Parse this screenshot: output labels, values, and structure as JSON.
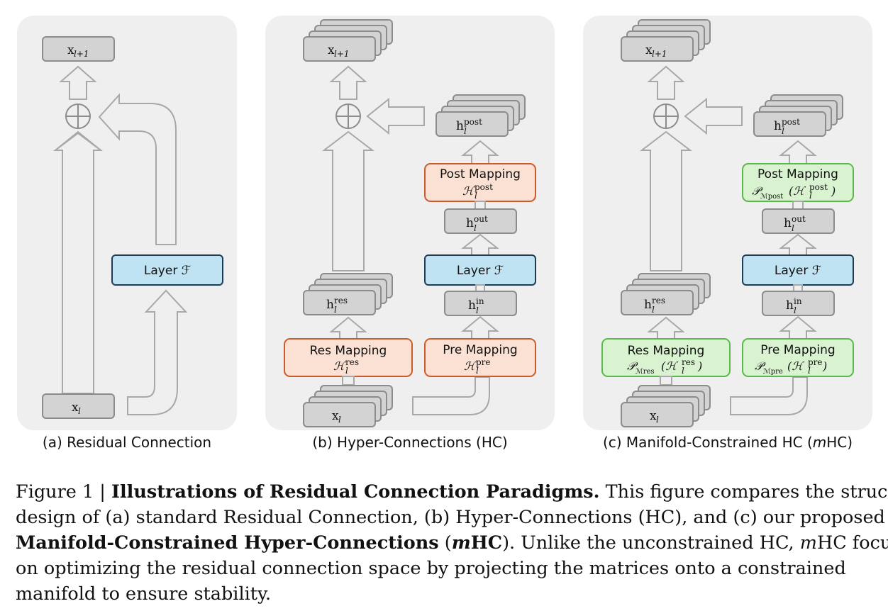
{
  "panels": [
    {
      "caption": "(a) Residual Connection",
      "nodes": {
        "x_out": "x",
        "x_out_sub": "l+1",
        "layer": "Layer ℱ",
        "x_in": "x",
        "x_in_sub": "l"
      }
    },
    {
      "caption": "(b) Hyper-Connections (HC)",
      "nodes": {
        "x_out": "x",
        "x_out_sub": "l+1",
        "h_post": "h",
        "h_post_sup": "post",
        "h_post_sub": "l",
        "post_mapping_title": "Post Mapping",
        "post_mapping_expr": "ℋ",
        "post_mapping_sup": "post",
        "post_mapping_sub": "l",
        "h_out": "h",
        "h_out_sup": "out",
        "h_out_sub": "l",
        "layer": "Layer ℱ",
        "h_in": "h",
        "h_in_sup": "in",
        "h_in_sub": "l",
        "pre_mapping_title": "Pre Mapping",
        "pre_mapping_expr": "ℋ",
        "pre_mapping_sup": "pre",
        "pre_mapping_sub": "l",
        "h_res": "h",
        "h_res_sup": "res",
        "h_res_sub": "l",
        "res_mapping_title": "Res Mapping",
        "res_mapping_expr": "ℋ",
        "res_mapping_sup": "res",
        "res_mapping_sub": "l",
        "x_in": "x",
        "x_in_sub": "l"
      }
    },
    {
      "caption_pre": "(c) Manifold-Constrained HC (",
      "caption_em": "m",
      "caption_post": "HC)",
      "nodes": {
        "x_out": "x",
        "x_out_sub": "l+1",
        "h_post": "h",
        "h_post_sup": "post",
        "h_post_sub": "l",
        "post_mapping_title": "Post Mapping",
        "post_mapping_expr": "𝒫",
        "post_mapping_expr_sub": "ℳpost",
        "post_mapping_arg": "(ℋ",
        "post_mapping_sup": "post",
        "post_mapping_sub": "l",
        "post_mapping_close": ")",
        "h_out": "h",
        "h_out_sup": "out",
        "h_out_sub": "l",
        "layer": "Layer ℱ",
        "h_in": "h",
        "h_in_sup": "in",
        "h_in_sub": "l",
        "pre_mapping_title": "Pre Mapping",
        "pre_mapping_expr": "𝒫",
        "pre_mapping_expr_sub": "ℳpre",
        "pre_mapping_arg": "(ℋ",
        "pre_mapping_sup": "pre",
        "pre_mapping_sub": "l",
        "pre_mapping_close": ")",
        "h_res": "h",
        "h_res_sup": "res",
        "h_res_sub": "l",
        "res_mapping_title": "Res Mapping",
        "res_mapping_expr": "𝒫",
        "res_mapping_expr_sub": "ℳres",
        "res_mapping_arg": "(ℋ",
        "res_mapping_sup": "res",
        "res_mapping_sub": "l",
        "res_mapping_close": ")",
        "x_in": "x",
        "x_in_sub": "l"
      }
    }
  ],
  "caption": {
    "line1_lead": "Figure 1 | ",
    "line1_bold": "Illustrations of Residual Connection Paradigms.",
    "line1_rest": " This figure compares the structural",
    "line2": "design of (a) standard Residual Connection, (b) Hyper-Connections (HC), and (c) our proposed",
    "line3_bold1": "Manifold-Constrained Hyper-Connections",
    "line3_mid1": " (",
    "line3_bold2": "m",
    "line3_bold3": "HC",
    "line3_rest": "). Unlike the unconstrained HC, ",
    "line3_em": "m",
    "line3_tail": "HC focuses",
    "line4": "on optimizing the residual connection space by projecting the matrices onto a constrained",
    "line5": "manifold to ensure stability."
  },
  "colors": {
    "panel_bg": "#efefef",
    "node_fill": "#d3d3d3",
    "node_stroke": "#8c8c8c",
    "arrow_fill": "#efefef",
    "arrow_stroke": "#a8a8a8",
    "layer_fill": "#bfe3f2",
    "layer_stroke": "#1f3b55",
    "hc_fill": "#fbe1d3",
    "hc_stroke": "#cc5a2a",
    "mhc_fill": "#d9f2cf",
    "mhc_stroke": "#5cb84a"
  }
}
